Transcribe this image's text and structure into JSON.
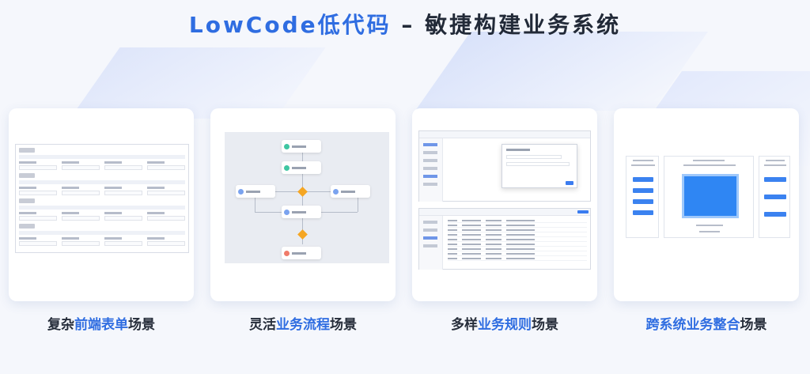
{
  "headline": {
    "brand": "LowCode低代码",
    "rest": " – 敏捷构建业务系统"
  },
  "colors": {
    "accent": "#2f6de1",
    "text": "#262d3a",
    "flow_diamond": "#f5a623",
    "chip_blue": "#3b82f0"
  },
  "cards": [
    {
      "caption_pre": "复杂",
      "caption_hl": "前端表单",
      "caption_post": "场景"
    },
    {
      "caption_pre": "灵活",
      "caption_hl": "业务流程",
      "caption_post": "场景"
    },
    {
      "caption_pre": "多样",
      "caption_hl": "业务规则",
      "caption_post": "场景"
    },
    {
      "caption_pre": "",
      "caption_hl": "跨系统业务整合",
      "caption_post": "场景"
    }
  ]
}
